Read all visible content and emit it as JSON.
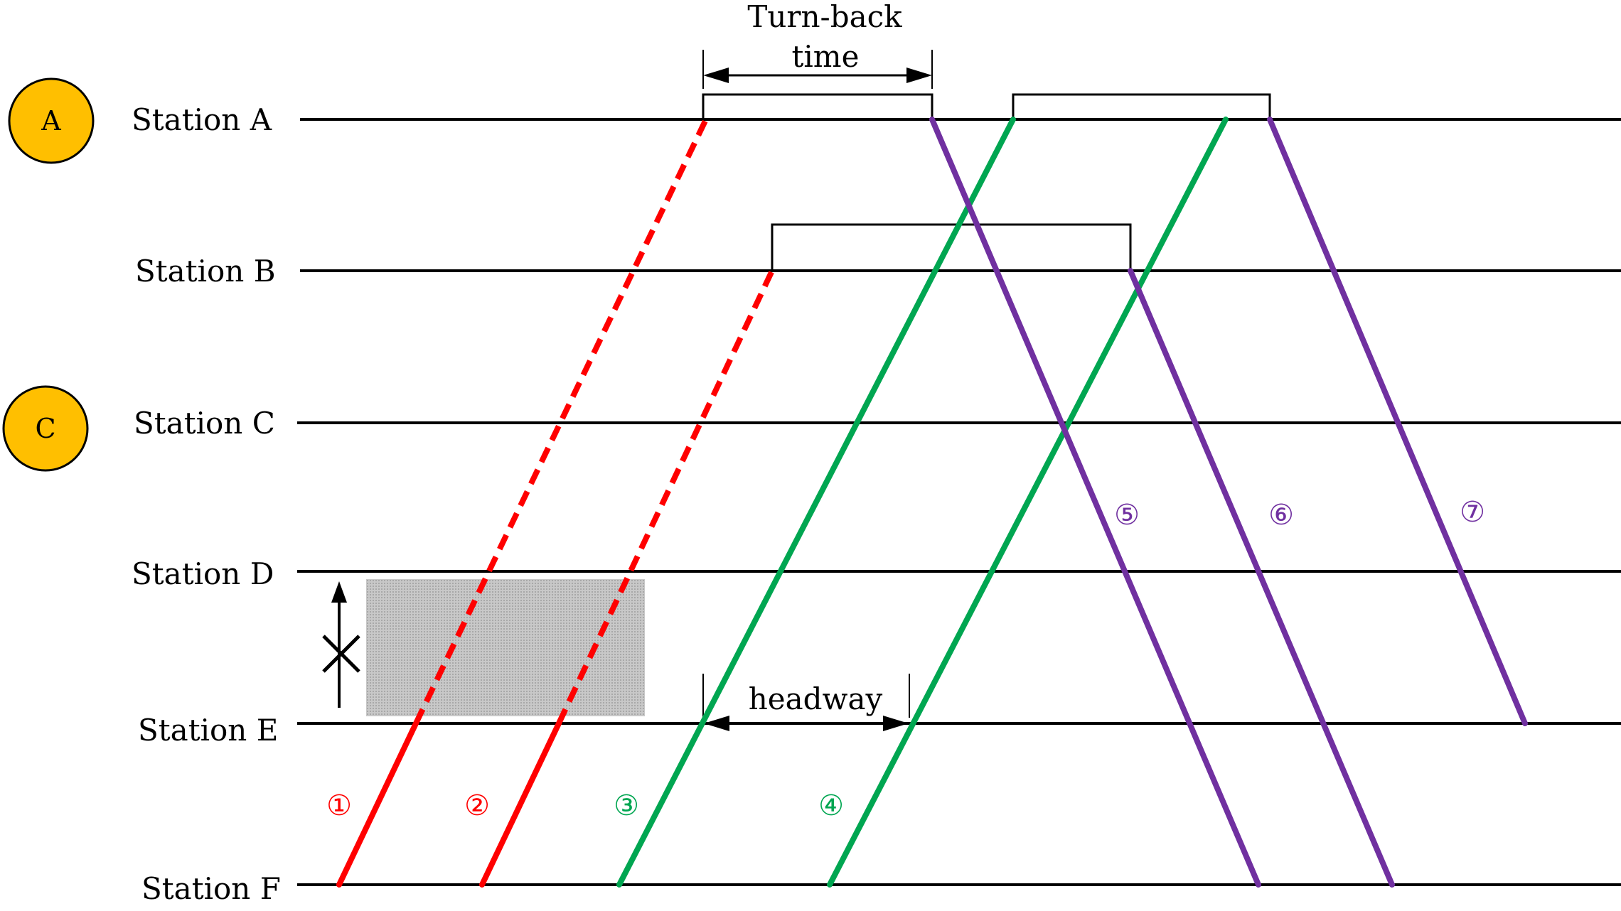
{
  "stations": [
    {
      "name": "Station A"
    },
    {
      "name": "Station B"
    },
    {
      "name": "Station C"
    },
    {
      "name": "Station D"
    },
    {
      "name": "Station E"
    },
    {
      "name": "Station F"
    }
  ],
  "badges": [
    {
      "label": "A",
      "color": "#FFBF00"
    },
    {
      "label": "C",
      "color": "#FFBF00"
    }
  ],
  "annotations": {
    "turnback_line1": "Turn-back",
    "turnback_line2": "time",
    "headway": "headway"
  },
  "colors": {
    "red": "#FF0000",
    "green": "#00A651",
    "purple": "#7030A0",
    "blocked_area": "#BDBDBD"
  },
  "trains": [
    {
      "label": "①",
      "color": "red"
    },
    {
      "label": "②",
      "color": "red"
    },
    {
      "label": "③",
      "color": "green"
    },
    {
      "label": "④",
      "color": "green"
    },
    {
      "label": "⑤",
      "color": "purple"
    },
    {
      "label": "⑥",
      "color": "purple"
    },
    {
      "label": "⑦",
      "color": "purple"
    }
  ]
}
